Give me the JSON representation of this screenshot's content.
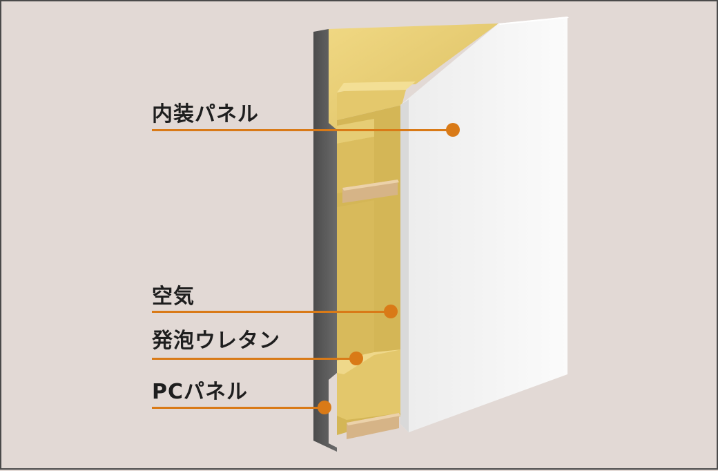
{
  "colors": {
    "background": "#e2d9d5",
    "accent": "#d97a17",
    "foam": "#e9cf79",
    "pc_panel": "#5b5b5b",
    "interior_panel": "#f6f6f6",
    "wood": "#d9b98f"
  },
  "callouts": [
    {
      "key": "interior_panel",
      "label": "内装パネル"
    },
    {
      "key": "air",
      "label": "空気"
    },
    {
      "key": "urethane_foam",
      "label": "発泡ウレタン"
    },
    {
      "key": "pc_panel",
      "label": "PCパネル"
    }
  ]
}
